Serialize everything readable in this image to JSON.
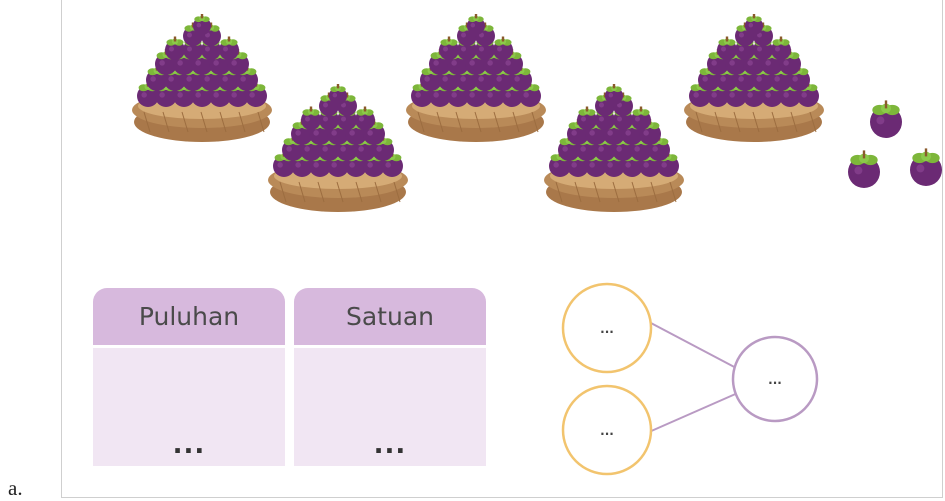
{
  "item_label": "a.",
  "illustration": {
    "basket_count": 5,
    "loose_fruit_count": 3,
    "fruit_color": "#6b2a74",
    "leaf_color": "#7db63a",
    "basket_color": "#b98a58"
  },
  "place_value_table": {
    "tens_header": "Puluhan",
    "ones_header": "Satuan",
    "tens_value": "...",
    "ones_value": "...",
    "header_color": "#d7b9dd",
    "body_color": "#f1e6f3"
  },
  "number_bond": {
    "part_top": "...",
    "part_bottom": "...",
    "whole": "...",
    "part_color": "#f2c46e",
    "whole_color": "#b99ac3"
  }
}
